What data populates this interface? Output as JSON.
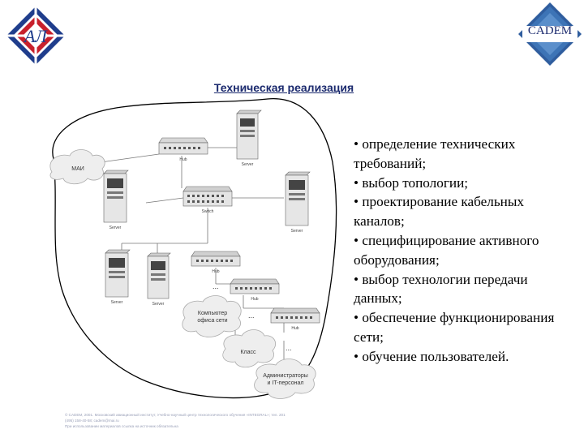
{
  "logos": {
    "left_icon": "al-diamond-logo",
    "left_text": "АЛ",
    "right_icon": "cadem-diamond-logo",
    "right_text": "CADEM"
  },
  "title": "Техническая реализация",
  "bullets": [
    "• определение технических требований;",
    "• выбор топологии;",
    "• проектирование кабельных каналов;",
    "• специфицирование активного оборудования;",
    "• выбор технологии передачи данных;",
    "• обеспечение функционирования сети;",
    "• обучение пользователей."
  ],
  "diagram": {
    "clouds": {
      "mai": "МАИ",
      "office": "Компьютер\nофиса сети",
      "klass": "Класс",
      "admins": "Администраторы\nи IT-персонал"
    },
    "labels": {
      "hub_top": "Hub",
      "server_top": "Server",
      "switch": "Switch",
      "server_left": "Server",
      "server_right": "Server",
      "hub_mid": "Hub",
      "hub_mid2": "Hub",
      "hub_low": "Hub",
      "ws_left": "Server",
      "ws_mid": "Server"
    },
    "ellipsis": "..."
  },
  "footer": {
    "line1": "© CADEM, 2001. Московский авиационный институт, Учебно-научный центр технологического обучения «INTEGRAL»; тел. 201",
    "line2": "(495) 158-40-58; cadem@mai.ru",
    "line3": "При использовании материалов ссылка на источник обязательна"
  },
  "colors": {
    "title": "#1b2a6e",
    "logo_red": "#c8202c",
    "logo_blue": "#1f3d8c",
    "cadem_blue": "#2f5d9e"
  }
}
